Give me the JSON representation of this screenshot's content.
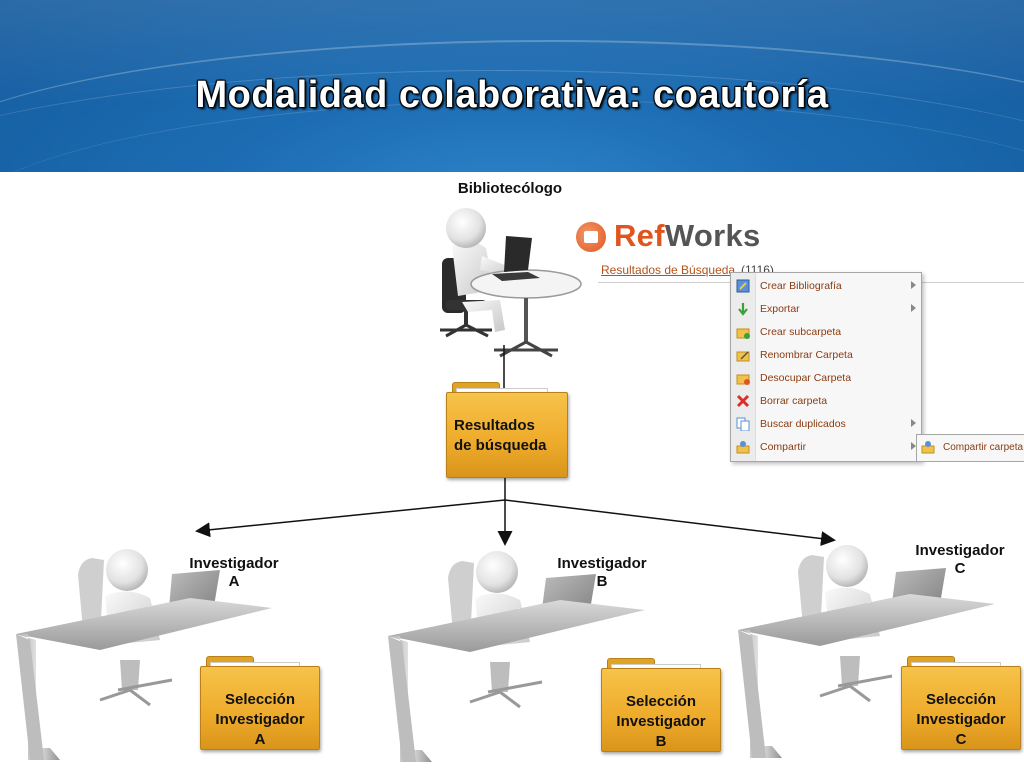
{
  "header": {
    "title": "Modalidad colaborativa: coautoría"
  },
  "librarian": {
    "label": "Bibliotecólogo"
  },
  "results_folder": {
    "line1": "Resultados",
    "line2": "de búsqueda"
  },
  "refworks": {
    "logo_prefix": "Ref",
    "logo_suffix": "Works",
    "results_link": "Resultados de Búsqueda",
    "results_count": "(1116)",
    "menu": [
      {
        "label": "Crear Bibliografía",
        "icon": "edit-icon",
        "has_submenu": true
      },
      {
        "label": "Exportar",
        "icon": "download-arrow-icon",
        "has_submenu": true
      },
      {
        "label": "Crear subcarpeta",
        "icon": "folder-add-icon",
        "has_submenu": false
      },
      {
        "label": "Renombrar Carpeta",
        "icon": "folder-rename-icon",
        "has_submenu": false
      },
      {
        "label": "Desocupar Carpeta",
        "icon": "folder-empty-icon",
        "has_submenu": false
      },
      {
        "label": "Borrar carpeta",
        "icon": "delete-x-icon",
        "has_submenu": false
      },
      {
        "label": "Buscar duplicados",
        "icon": "duplicate-pages-icon",
        "has_submenu": true
      },
      {
        "label": "Compartir",
        "icon": "share-user-icon",
        "has_submenu": true
      }
    ],
    "submenu": {
      "label": "Compartir carpeta",
      "icon": "share-user-icon"
    }
  },
  "researchers": [
    {
      "label_line1": "Investigador",
      "label_line2": "A",
      "folder_line1": "Selección",
      "folder_line2": "Investigador",
      "folder_line3": "A"
    },
    {
      "label_line1": "Investigador",
      "label_line2": "B",
      "folder_line1": "Selección",
      "folder_line2": "Investigador",
      "folder_line3": "B"
    },
    {
      "label_line1": "Investigador",
      "label_line2": "C",
      "folder_line1": "Selección",
      "folder_line2": "Investigador",
      "folder_line3": "C"
    }
  ],
  "colors": {
    "header_blue": "#1d6db4",
    "folder_gold": "#eeaa2a",
    "refworks_orange": "#e0551f",
    "menu_text": "#8a3c12"
  }
}
